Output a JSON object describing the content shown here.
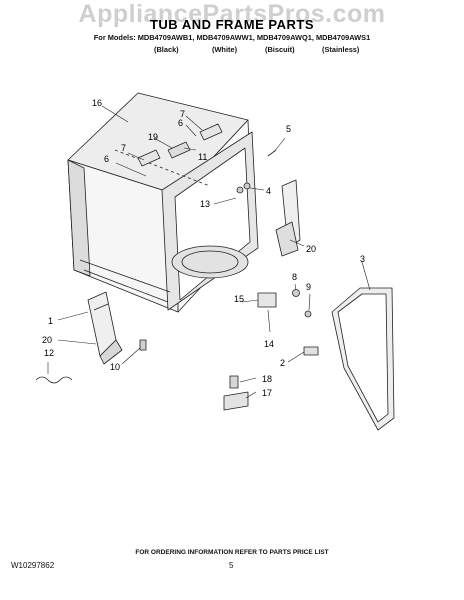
{
  "watermark": "AppliancePartsPros.com",
  "title": "TUB AND FRAME PARTS",
  "models_line": "For Models: MDB4709AWB1, MDB4709AWW1, MDB4709AWQ1, MDB4709AWS1",
  "colors": [
    "(Black)",
    "(White)",
    "(Biscuit)",
    "(Stainless)"
  ],
  "callouts": [
    "16",
    "7",
    "6",
    "19",
    "11",
    "5",
    "7",
    "6",
    "4",
    "13",
    "20",
    "3",
    "8",
    "9",
    "15",
    "1",
    "20",
    "12",
    "10",
    "14",
    "2",
    "18",
    "17"
  ],
  "footer": {
    "ordering_note": "FOR ORDERING INFORMATION REFER TO PARTS PRICE LIST",
    "doc_number": "W10297862",
    "page": "5"
  }
}
